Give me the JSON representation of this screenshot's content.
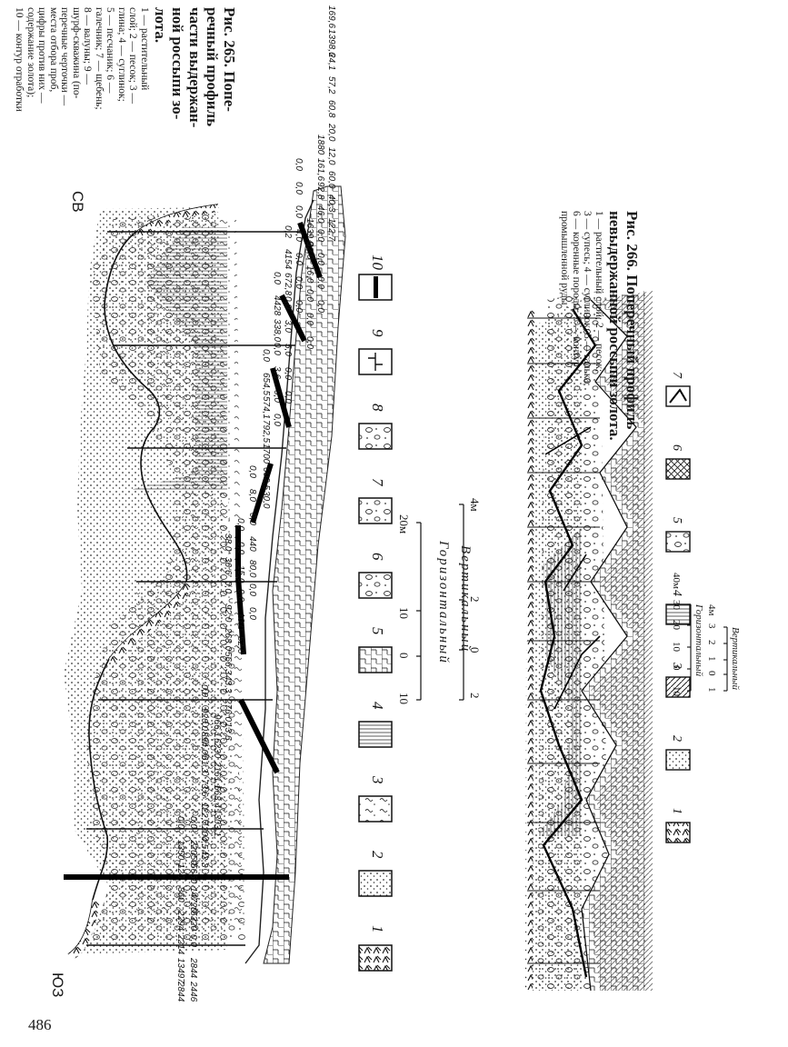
{
  "page_number": "486",
  "figure_265": {
    "caption_title": [
      "Рис.  265.  Попе-",
      "речный  профиль",
      "части  выдержан-",
      "ной  россыпи  зо-",
      "лота."
    ],
    "caption_body": [
      "1 — растительный",
      "слой; 2 — песок; 3 —",
      "глина; 4 — суглинок;",
      "5 — песчаник; 6 —",
      "галечник; 7 — щебень;",
      "8 — валуны;     9 —",
      "шурф-скважина  (по-",
      "перечные черточки —",
      "места  отбора  проб,",
      "цифры против них —",
      "содержание  золота);",
      "10 — контур отработки"
    ],
    "label_left": "ЮЗ",
    "label_right": "СВ",
    "legend_numbers": [
      "1",
      "2",
      "3",
      "4",
      "5",
      "6",
      "7",
      "8",
      "9",
      "10"
    ],
    "scale_horizontal_label": "Горизонтальный",
    "scale_horizontal_ticks": [
      "10",
      "0",
      "10",
      "20м"
    ],
    "scale_vertical_label": "Вертикальный",
    "scale_vertical_ticks": [
      "2",
      "0",
      "2",
      "4м"
    ],
    "assays": [
      [
        "2844",
        "13497",
        "2214",
        "2294",
        "360",
        "120",
        "1350",
        "0,0"
      ],
      [
        "2446",
        "2844",
        "0,0",
        "5320",
        "14720",
        "5660",
        "22050",
        "0,0"
      ],
      [
        "43,3",
        "204,5",
        "122,7",
        "73,6",
        "61,3",
        "894,0",
        "920,0",
        "0,0"
      ],
      [
        "1303,1",
        "663,4",
        "2161,1",
        "6230",
        "966,1"
      ],
      [
        "13,6",
        "276,0",
        "43,3",
        "566,3",
        "268,0",
        "92,0",
        "0,0",
        "36,6",
        "38,0"
      ],
      [
        "52,0",
        "10,0",
        "0,0",
        "15,0",
        "0,0",
        "0,0"
      ],
      [
        "0,0",
        "0,0",
        "80,0",
        "440",
        "0,0",
        "8,0",
        "0,0"
      ],
      [
        "30,0",
        "602,5",
        "1700",
        "792,5",
        "574,1",
        "654,5",
        "0,0"
      ],
      [
        "0,0",
        "0,0",
        "3,6",
        "0,0",
        "338,0",
        "4428",
        "0,0"
      ],
      [
        "0,0",
        "0,0",
        "5,0",
        "3,0",
        "0,0",
        "672,8",
        "4154",
        "0,2"
      ],
      [
        "0,0",
        "0,0",
        "0,0",
        "4,0",
        "0,0",
        "0,0",
        "0,0"
      ],
      [
        "0,0",
        "0,0",
        "0,0",
        "16,0",
        "32,0",
        "1639,9"
      ],
      [
        "0,0",
        "0,0",
        "0,0",
        "0,0",
        "46,0",
        "92,8",
        "161,6",
        "1880"
      ],
      [
        "122,7",
        "40,3",
        "60,0",
        "12,0",
        "20,0",
        "60,8",
        "57,2",
        "24,1",
        "1398,6",
        "169,6"
      ]
    ]
  },
  "figure_266": {
    "caption_title": [
      "Рис.  266.  Поперечный  профиль",
      "невыдержанной  россыпи  золота."
    ],
    "caption_body": [
      "1 — растительный  слой;  2 — песок;",
      "3 — супесь; 4 — суглинок; 5 — галька;",
      "6 — коренные    породы;   7 — контур",
      "                  промышленной  руды"
    ],
    "legend_numbers": [
      "1",
      "2",
      "3",
      "4",
      "5",
      "6",
      "7"
    ],
    "scale_horizontal_label": "Горизонтальный",
    "scale_horizontal_ticks": [
      "10",
      "0",
      "10",
      "20",
      "30",
      "40м"
    ],
    "scale_vertical_label": "Вертикальный",
    "scale_vertical_ticks": [
      "1",
      "0",
      "1",
      "2",
      "3",
      "4м"
    ]
  }
}
